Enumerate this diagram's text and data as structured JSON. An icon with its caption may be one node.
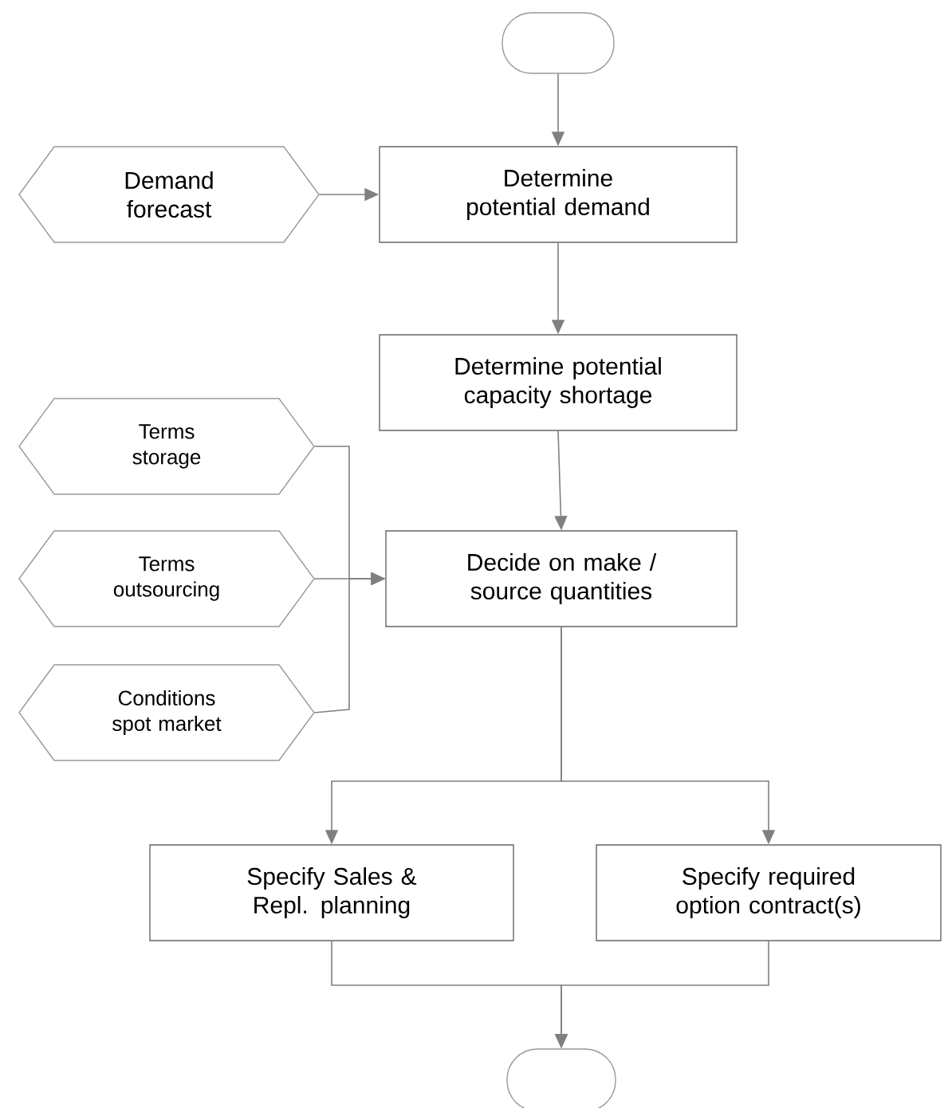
{
  "diagram": {
    "nodes": [
      {
        "text": [],
        "shape": "terminal"
      },
      {
        "text": [
          "Demand forecast"
        ]
      },
      {
        "text": [
          "Determine potential demand"
        ]
      },
      {
        "text": [
          "Determine potential capacity shortage"
        ]
      },
      {
        "text": [
          "Terms storage"
        ]
      },
      {
        "text": [
          "Terms outsourcing"
        ]
      },
      {
        "text": [
          "Conditions spot market"
        ]
      },
      {
        "text": [
          "Decide on make / source quantities"
        ]
      },
      {
        "text": [
          "Specify Sales & Repl. planning"
        ]
      },
      {
        "text": [
          "Specify required option contract(s)"
        ]
      },
      {
        "text": [],
        "shape": "terminal"
      }
    ],
    "edges": [
      {
        "from": 0,
        "to": 2,
        "arrow": "to"
      },
      {
        "from": 1,
        "to": 2,
        "arrow": "to"
      },
      {
        "from": 2,
        "to": 3,
        "arrow": "to"
      },
      {
        "from": 3,
        "to": 7,
        "arrow": "to"
      },
      {
        "from": 4,
        "to": 7,
        "arrow": "to"
      },
      {
        "from": 5,
        "to": 7,
        "arrow": "to"
      },
      {
        "from": 6,
        "to": 7,
        "arrow": "to"
      },
      {
        "from": 7,
        "to": 8,
        "arrow": "to"
      },
      {
        "from": 7,
        "to": 9,
        "arrow": "to"
      },
      {
        "from": 8,
        "to": 10,
        "arrow": "to"
      },
      {
        "from": 9,
        "to": 10,
        "arrow": "to"
      }
    ]
  }
}
